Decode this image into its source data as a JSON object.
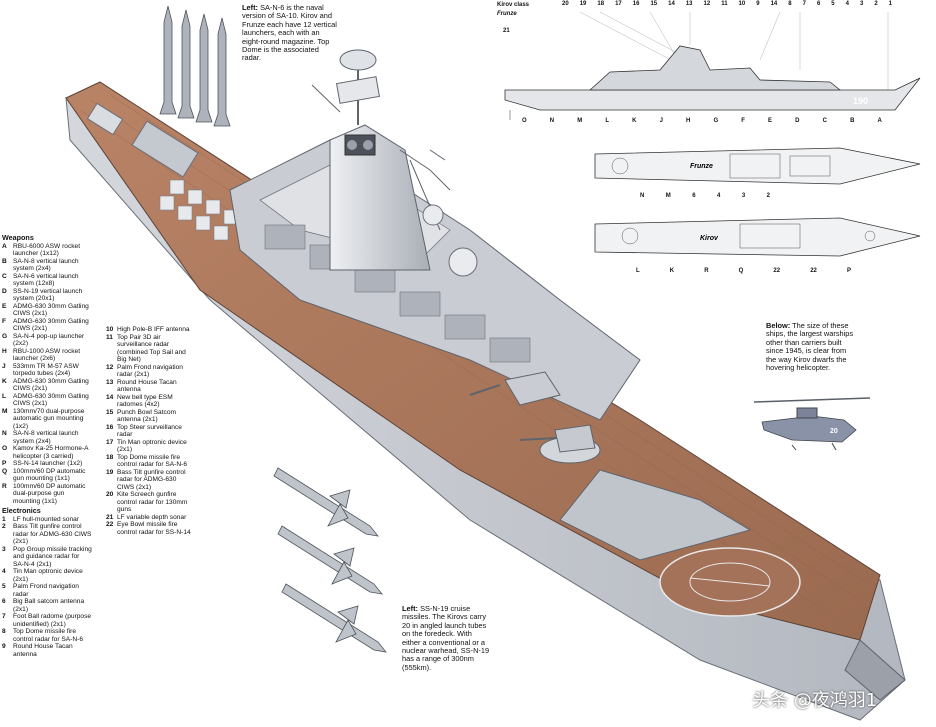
{
  "captions": {
    "top": {
      "label": "Left:",
      "text": "SA-N-6 is the naval version of SA-10. Kirov and Frunze each have 12 vertical launchers, each with an eight-round magazine. Top Dome is the associated radar."
    },
    "below": {
      "label": "Below:",
      "text": "The size of these ships, the largest warships other than carriers built since 1945, is clear from the way Kirov dwarfs the hovering helicopter."
    },
    "missile": {
      "label": "Left:",
      "text": "SS-N-19 cruise missiles. The Kirovs carry 20 in angled launch tubes on the foredeck. With either a conventional or a nuclear warhead, SS-N-19 has a range of 300nm (555km)."
    }
  },
  "weapons": {
    "heading": "Weapons",
    "items": [
      {
        "key": "A",
        "text": "RBU-6000 ASW rocket launcher (1x12)"
      },
      {
        "key": "B",
        "text": "SA-N-8 vertical launch system (2x4)"
      },
      {
        "key": "C",
        "text": "SA-N-6 vertical launch system (12x8)"
      },
      {
        "key": "D",
        "text": "SS-N-19 vertical launch system (20x1)"
      },
      {
        "key": "E",
        "text": "ADMG-630 30mm Gatling CIWS (2x1)"
      },
      {
        "key": "F",
        "text": "ADMG-630 30mm Gatling CIWS (2x1)"
      },
      {
        "key": "G",
        "text": "SA-N-4 pop-up launcher (2x2)"
      },
      {
        "key": "H",
        "text": "RBU-1000 ASW rocket launcher (2x6)"
      },
      {
        "key": "J",
        "text": "533mm TR M-57 ASW torpedo tubes (2x4)"
      },
      {
        "key": "K",
        "text": "ADMG-630 30mm Gatling CIWS (2x1)"
      },
      {
        "key": "L",
        "text": "ADMG-630 30mm Gatling CIWS (2x1)"
      },
      {
        "key": "M",
        "text": "130mm/70 dual-purpose automatic gun mounting (1x2)"
      },
      {
        "key": "N",
        "text": "SA-N-8 vertical launch system (2x4)"
      },
      {
        "key": "O",
        "text": "Kamov Ka-25 Hormone-A helicopter (3 carried)"
      },
      {
        "key": "P",
        "text": "SS-N-14 launcher (1x2)"
      },
      {
        "key": "Q",
        "text": "100mm/60 DP automatic gun mounting (1x1)"
      },
      {
        "key": "R",
        "text": "100mm/60 DP automatic dual-purpose gun mounting (1x1)"
      }
    ]
  },
  "electronics": {
    "heading": "Electronics",
    "items": [
      {
        "key": "1",
        "text": "LF hull-mounted sonar"
      },
      {
        "key": "2",
        "text": "Bass Tilt gunfire control radar for ADMG-630 CIWS (2x1)"
      },
      {
        "key": "3",
        "text": "Pop Group missile tracking and guidance radar for SA-N-4 (2x1)"
      },
      {
        "key": "4",
        "text": "Tin Man optronic device (2x1)"
      },
      {
        "key": "5",
        "text": "Palm Frond navigation radar"
      },
      {
        "key": "6",
        "text": "Big Ball satcom antenna (2x1)"
      },
      {
        "key": "7",
        "text": "Foot Ball radome (purpose unidentified) (2x1)"
      },
      {
        "key": "8",
        "text": "Top Dome missile fire control radar for SA-N-6"
      },
      {
        "key": "9",
        "text": "Round House Tacan antenna"
      }
    ],
    "items2": [
      {
        "key": "10",
        "text": "High Pole-B IFF antenna"
      },
      {
        "key": "11",
        "text": "Top Pair 3D air surveillance radar (combined Top Sail and Big Net)"
      },
      {
        "key": "12",
        "text": "Palm Frond navigation radar (2x1)"
      },
      {
        "key": "13",
        "text": "Round House Tacan antenna"
      },
      {
        "key": "14",
        "text": "New bell type ESM radomes (4x2)"
      },
      {
        "key": "15",
        "text": "Punch Bowl Satcom antenna (2x1)"
      },
      {
        "key": "16",
        "text": "Top Steer surveillance radar"
      },
      {
        "key": "17",
        "text": "Tin Man optronic device (2x1)"
      },
      {
        "key": "18",
        "text": "Top Dome missile fire control radar for SA-N-6"
      },
      {
        "key": "19",
        "text": "Bass Tilt gunfire control radar for ADMG-630 CIWS (2x1)"
      },
      {
        "key": "20",
        "text": "Kite Screech gunfire control radar for 130mm guns"
      },
      {
        "key": "21",
        "text": "LF variable depth sonar"
      },
      {
        "key": "22",
        "text": "Eye Bowl missile fire control radar for SS-N-14"
      }
    ]
  },
  "profile": {
    "class_label": "Kirov class",
    "ship_name": "Frunze",
    "top_numbers": [
      "20",
      "19",
      "18",
      "17",
      "16",
      "15",
      "14",
      "13",
      "12",
      "11",
      "10",
      "9",
      "14",
      "8",
      "7",
      "6",
      "5",
      "4",
      "3",
      "2",
      "1"
    ],
    "sonar_number": "21",
    "hull_number": "190",
    "bottom_letters": [
      "O",
      "N",
      "M",
      "L",
      "K",
      "J",
      "H",
      "G",
      "F",
      "E",
      "D",
      "C",
      "B",
      "A"
    ]
  },
  "plan_frunze": {
    "name": "Frunze",
    "labels": [
      "N",
      "M",
      "6",
      "4",
      "3",
      "2"
    ]
  },
  "plan_kirov": {
    "name": "Kirov",
    "labels": [
      "L",
      "K",
      "R",
      "Q",
      "22",
      "22",
      "P"
    ]
  },
  "heli": {
    "code": "20"
  },
  "watermark": "头条 @夜鸿羽1",
  "colors": {
    "hull": "#c9ccd2",
    "deck": "#a8745a",
    "steel_dark": "#7d828c",
    "line": "#6a6f78"
  }
}
